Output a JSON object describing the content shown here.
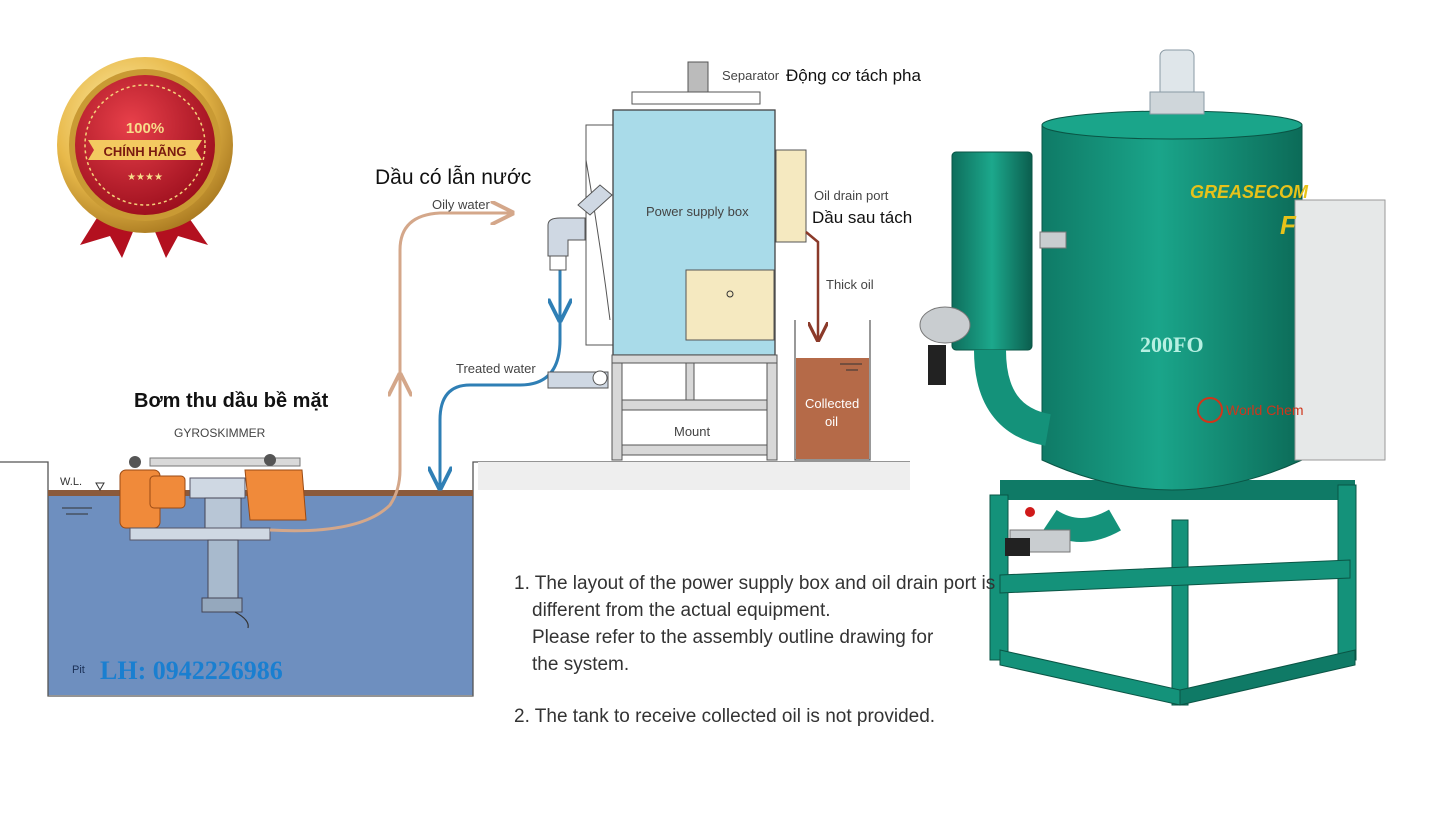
{
  "badge": {
    "top": "100%",
    "bottom": "CHÍNH HÃNG",
    "color": "#c8152a",
    "gold": "#e8b94a"
  },
  "labels": {
    "separator": "Separator",
    "separator_vn": "Động cơ tách pha",
    "oily_water_vn": "Dầu có lẫn nước",
    "oily_water": "Oily water",
    "power_supply_box": "Power supply box",
    "oil_drain_port": "Oil drain port",
    "oil_drain_vn": "Dầu sau tách",
    "thick_oil": "Thick oil",
    "collected_oil_1": "Collected",
    "collected_oil_2": "oil",
    "treated_water": "Treated water",
    "mount": "Mount",
    "skimmer_vn": "Bơm thu dầu bề mặt",
    "gyroskimmer": "GYROSKIMMER",
    "water_level": "W.L.",
    "pit": "Pit",
    "contact": "LH: 0942226986"
  },
  "notes": {
    "n1_line1": "1. The layout of the power supply box and oil drain port is",
    "n1_line2": "different from the actual equipment.",
    "n1_line3": "Please refer to the assembly outline drawing for",
    "n1_line4": "the system.",
    "n2": "2. The tank to receive collected oil is not provided."
  },
  "product": {
    "model": "200FO",
    "brand": "GREASECOM",
    "brand_suffix": "F",
    "maker": "World Chem",
    "body_color": "#14927a",
    "model_color": "#b6f0e2"
  },
  "colors": {
    "tank_blue": "#a9dbe9",
    "pit_water": "#6e8fbf",
    "oily_line": "#d4a78a",
    "treated_line": "#2f7fb5",
    "thick_oil_line": "#8b3a2a",
    "skimmer_orange": "#f08a3a",
    "collected_oil": "#b56a48"
  }
}
